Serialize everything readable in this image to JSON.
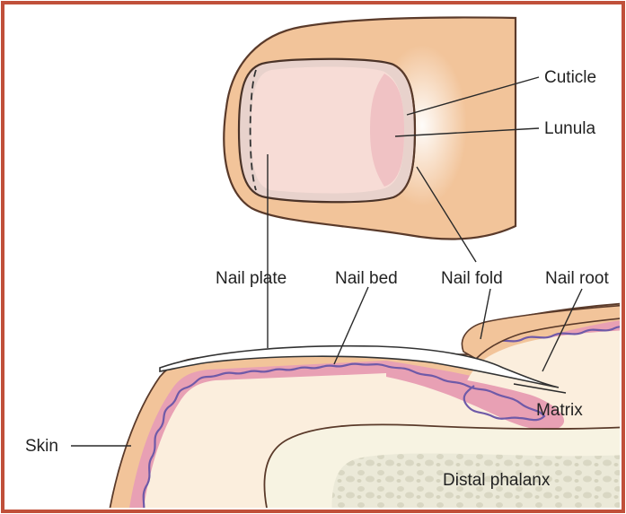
{
  "labels": {
    "cuticle": "Cuticle",
    "lunula": "Lunula",
    "nail_plate": "Nail plate",
    "nail_bed": "Nail bed",
    "nail_fold": "Nail fold",
    "nail_root": "Nail root",
    "matrix": "Matrix",
    "skin": "Skin",
    "distal_phalanx": "Distal phalanx"
  },
  "colors": {
    "frame": "#c0503a",
    "finger_skin": "#f2c49a",
    "finger_outline": "#5a3a2a",
    "nail_plate": "#f7dcd6",
    "lunula": "#f0c2c4",
    "dermis_pink": "#e8a0b4",
    "dermis_wave": "#6f5aa8",
    "tissue_cream": "#fbeedd",
    "bone": "#f7f3e2",
    "bone_spongy": "#e6e4d2"
  }
}
